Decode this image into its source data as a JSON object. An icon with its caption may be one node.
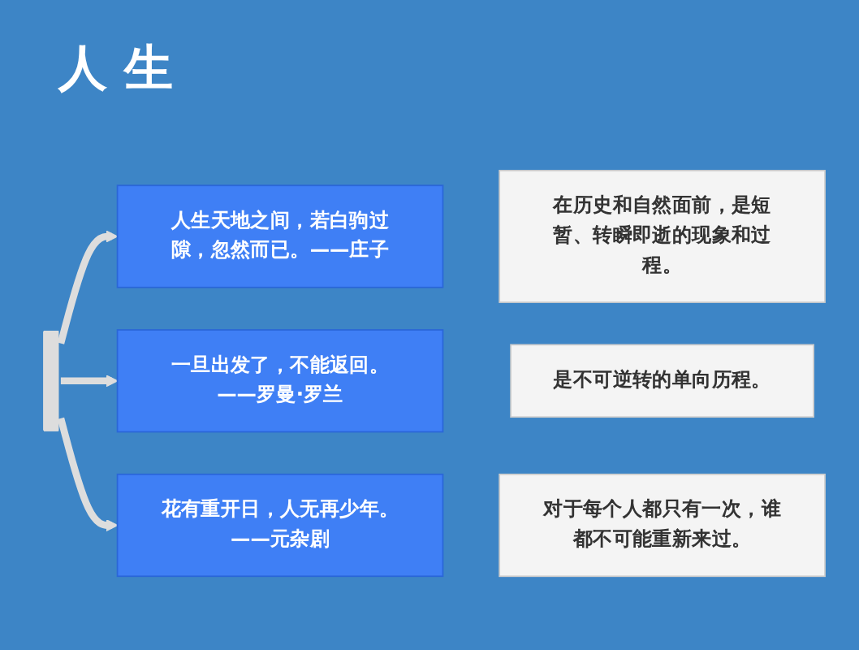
{
  "diagram": {
    "title": "人 生",
    "nodes": [
      {
        "text": [],
        "shape": "bar"
      },
      {
        "text": [
          "人生天地之间，若白驹过隙，忽然而已。——庄子"
        ]
      },
      {
        "text": [
          "在历史和自然面前，是短暂、转瞬即逝的现象和过程。"
        ]
      },
      {
        "text": [
          "一旦出发了，不能返回。——罗曼·罗兰"
        ]
      },
      {
        "text": [
          "是不可逆转的单向历程。"
        ]
      },
      {
        "text": [
          "花有重开日，人无再少年。——元杂剧"
        ]
      },
      {
        "text": [
          "对于每个人都只有一次，谁都不可能重新来过。"
        ]
      }
    ],
    "edges": [
      {
        "from": 0,
        "to": 1,
        "arrow": "to"
      },
      {
        "from": 0,
        "to": 3,
        "arrow": "to"
      },
      {
        "from": 0,
        "to": 5,
        "arrow": "to"
      }
    ]
  }
}
